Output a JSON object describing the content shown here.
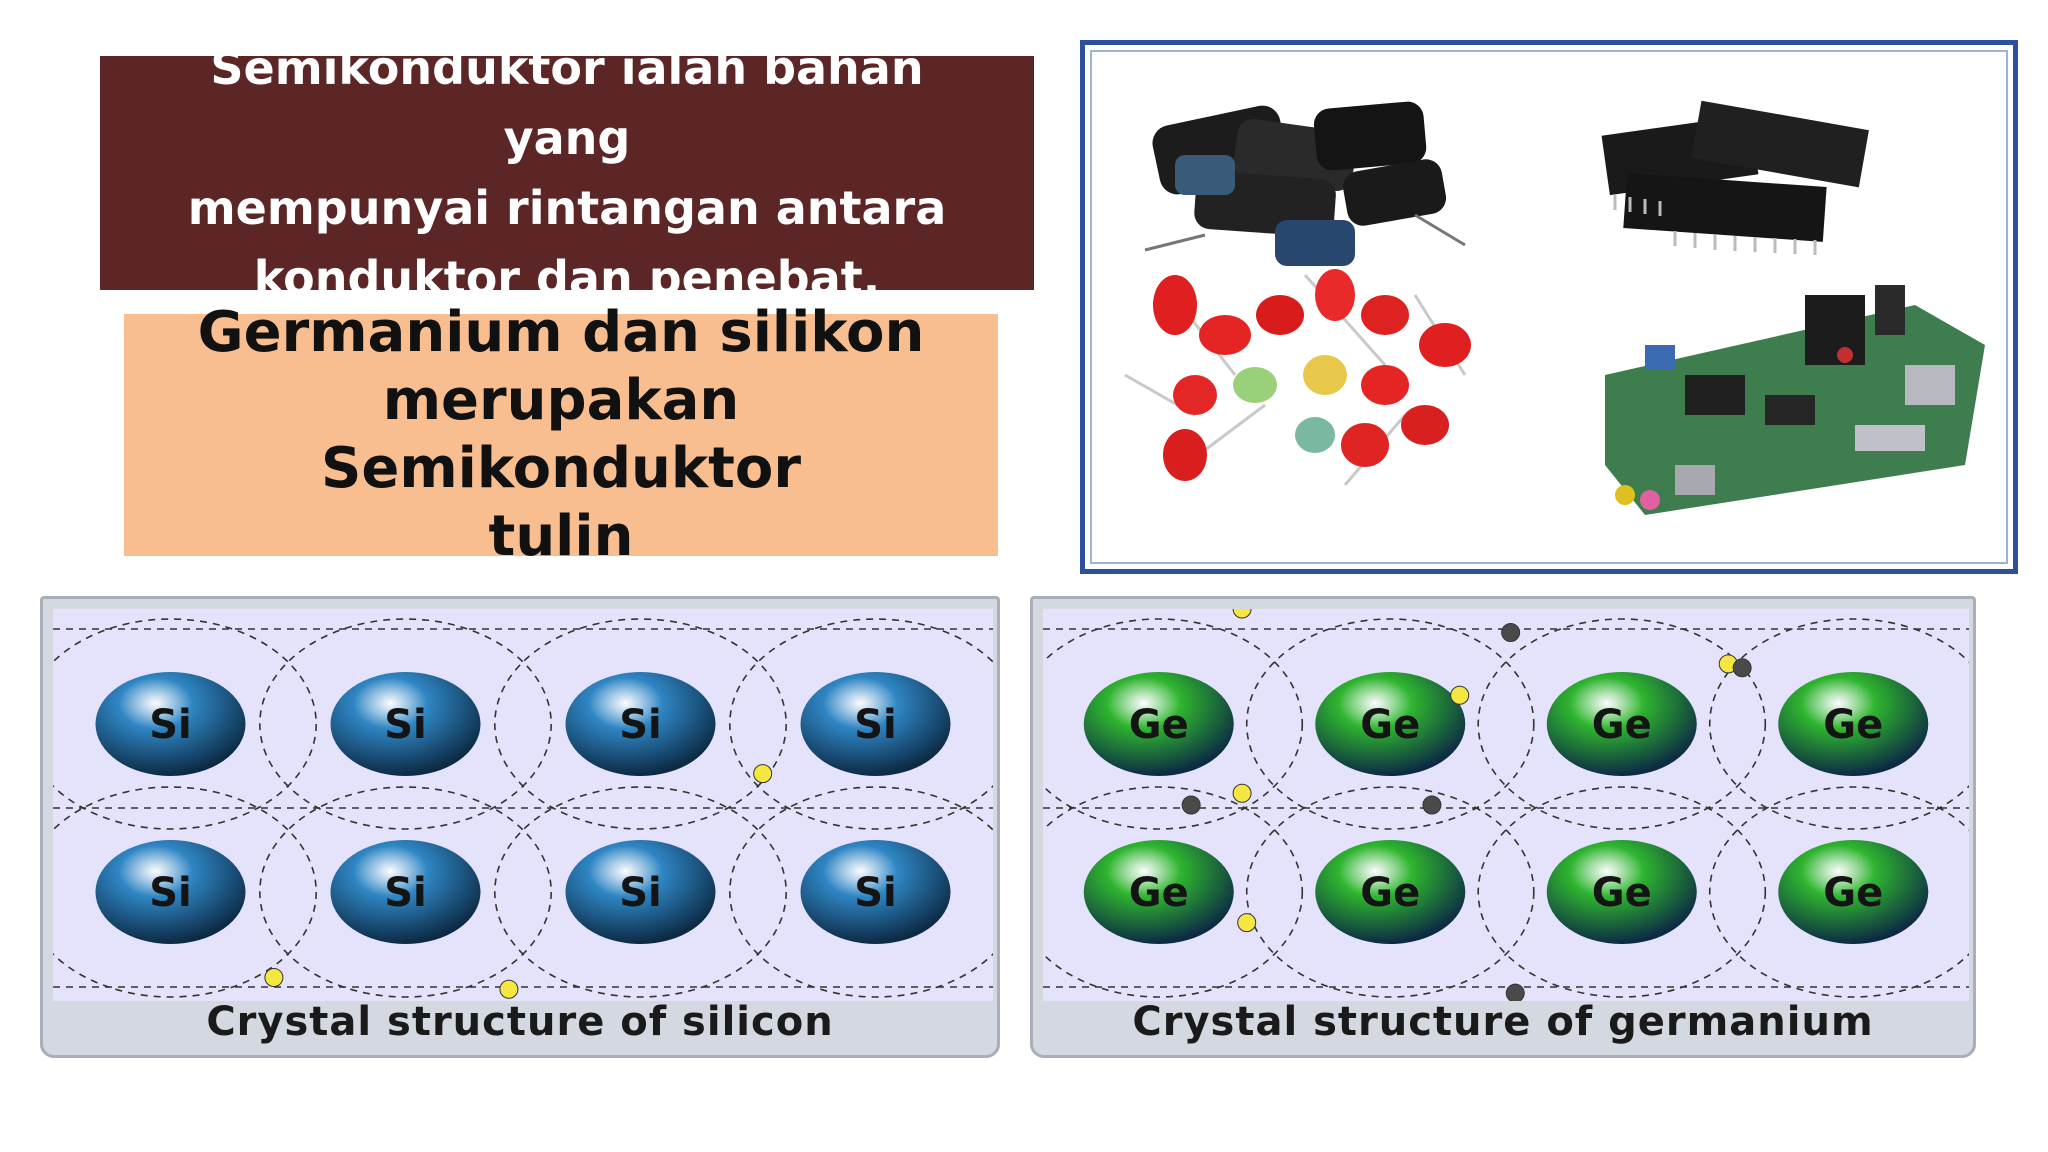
{
  "definition": {
    "lines": [
      "Semikonduktor ialah bahan yang",
      "mempunyai rintangan antara",
      "konduktor dan penebat."
    ]
  },
  "statement": {
    "lines": [
      "Germanium dan silikon",
      "merupakan Semikonduktor",
      "tulin"
    ]
  },
  "silicon_panel": {
    "atom_label": "Si",
    "caption": "Crystal structure of silicon",
    "atom_color": "#2f86c4",
    "electron_color": "#f5e642"
  },
  "germanium_panel": {
    "atom_label": "Ge",
    "caption": "Crystal structure of germanium",
    "atom_color": "#2fb52f",
    "electron_color": "#f5e642",
    "hole_color": "#4a4a4a"
  },
  "components_photo": {
    "items": [
      "capacitors-icon",
      "ic-chips-icon",
      "leds-icon",
      "circuit-board-icon"
    ]
  }
}
